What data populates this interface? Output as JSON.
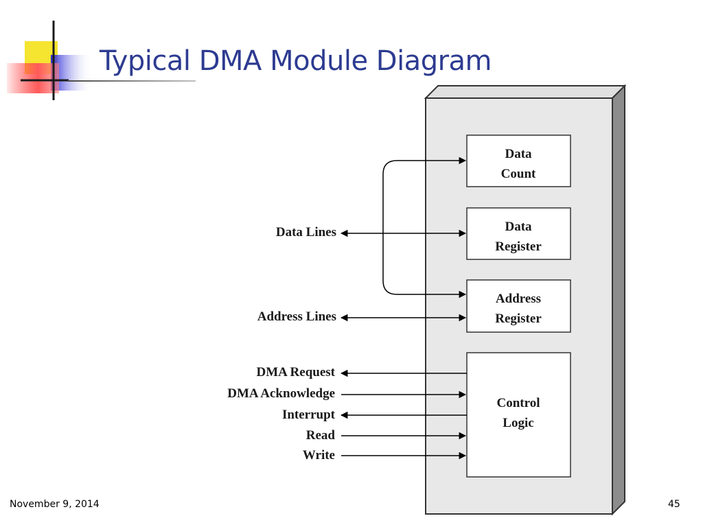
{
  "slide": {
    "title": "Typical DMA Module Diagram",
    "date": "November 9, 2014",
    "page_number": "45"
  },
  "diagram": {
    "registers": {
      "data_count": [
        "Data",
        "Count"
      ],
      "data_register": [
        "Data",
        "Register"
      ],
      "address_register": [
        "Address",
        "Register"
      ],
      "control_logic": [
        "Control",
        "Logic"
      ]
    },
    "signals": {
      "data_lines": "Data Lines",
      "address_lines": "Address Lines",
      "dma_request": "DMA Request",
      "dma_acknowledge": "DMA Acknowledge",
      "interrupt": "Interrupt",
      "read": "Read",
      "write": "Write"
    }
  }
}
